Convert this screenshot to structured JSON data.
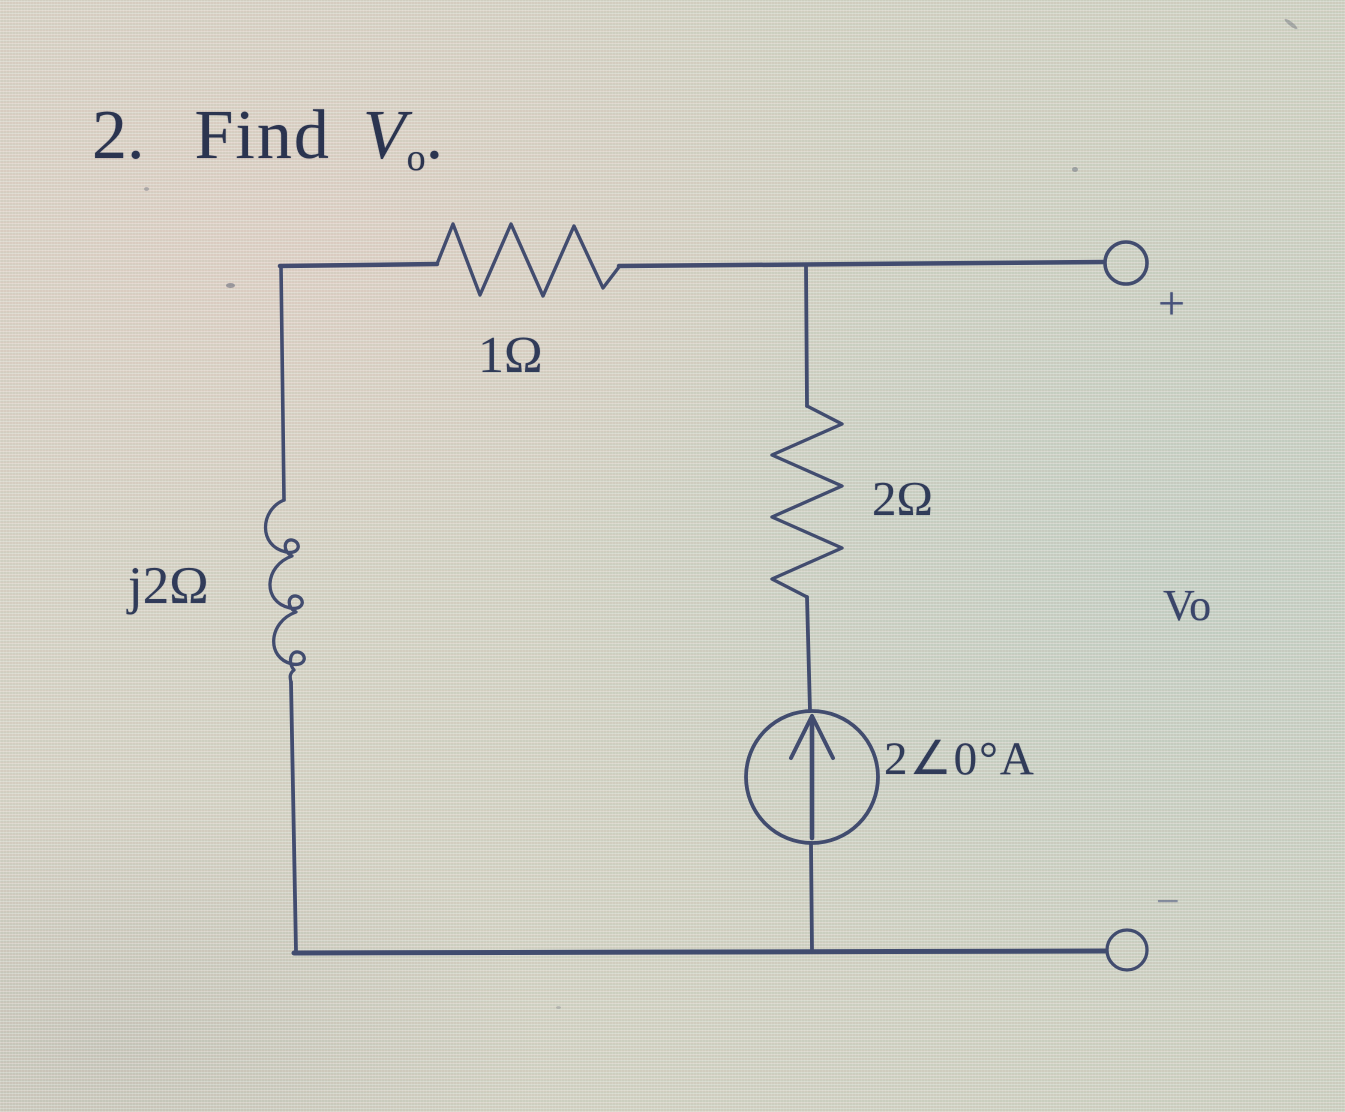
{
  "document": {
    "problem_number": "2.",
    "instruction": "Find",
    "variable": "V",
    "variable_subscript": "o",
    "period": "."
  },
  "circuit": {
    "labels": {
      "top_resistor": "1Ω",
      "middle_resistor": "2Ω",
      "inductor": "j2Ω",
      "current_source": "2∠0°A",
      "output_voltage": "Vo",
      "output_plus": "+",
      "output_minus": "−"
    },
    "components": [
      {
        "type": "resistor",
        "value": "1Ω",
        "position": "top-branch"
      },
      {
        "type": "resistor",
        "value": "2Ω",
        "position": "middle-branch"
      },
      {
        "type": "inductor",
        "value": "j2Ω",
        "position": "left-branch"
      },
      {
        "type": "current-source",
        "value": "2∠0°A",
        "direction": "up",
        "position": "middle-branch"
      },
      {
        "type": "open-terminal-pair",
        "value": "Vo",
        "position": "right"
      }
    ],
    "ink_color": "#39446a",
    "paper_color": "#d2d1c2"
  }
}
